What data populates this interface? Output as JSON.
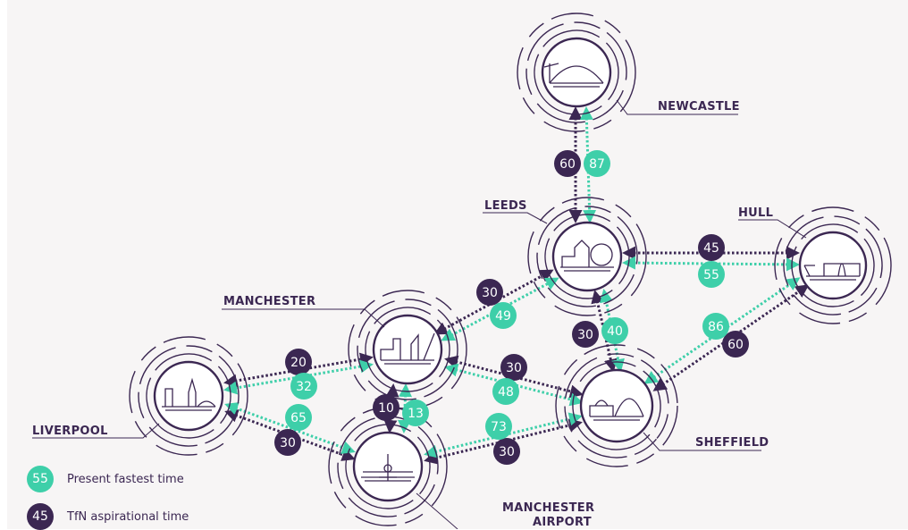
{
  "colors": {
    "present": "#3ecfa9",
    "aspirational": "#3b2752",
    "ink": "#3b2752",
    "panel": "#f7f5f5"
  },
  "cities": {
    "newcastle": {
      "label": "NEWCASTLE",
      "icon": "tyne-bridge-skyline-icon"
    },
    "leeds": {
      "label": "LEEDS",
      "icon": "leeds-skyline-ferris-wheel-icon"
    },
    "hull": {
      "label": "HULL",
      "icon": "hull-humber-bridge-skyline-icon"
    },
    "manchester": {
      "label": "MANCHESTER",
      "icon": "manchester-skyline-icon"
    },
    "liverpool": {
      "label": "LIVERPOOL",
      "icon": "liverpool-liver-building-icon"
    },
    "sheffield": {
      "label": "SHEFFIELD",
      "icon": "sheffield-winter-garden-icon"
    },
    "manchester_airport": {
      "label_line1": "MANCHESTER",
      "label_line2": "AIRPORT",
      "icon": "airplane-icon"
    }
  },
  "links": [
    {
      "id": "newcastle-leeds",
      "present": "87",
      "aspirational": "60"
    },
    {
      "id": "leeds-hull",
      "present": "55",
      "aspirational": "45"
    },
    {
      "id": "manchester-leeds",
      "present": "49",
      "aspirational": "30"
    },
    {
      "id": "leeds-sheffield",
      "present": "40",
      "aspirational": "30"
    },
    {
      "id": "sheffield-hull",
      "present": "86",
      "aspirational": "60"
    },
    {
      "id": "liverpool-manchester",
      "present": "32",
      "aspirational": "20"
    },
    {
      "id": "manchester-sheffield",
      "present": "48",
      "aspirational": "30"
    },
    {
      "id": "manchester-airport",
      "present": "13",
      "aspirational": "10"
    },
    {
      "id": "liverpool-airport",
      "present": "65",
      "aspirational": "30"
    },
    {
      "id": "airport-sheffield",
      "present": "73",
      "aspirational": "30"
    }
  ],
  "legend": {
    "present": {
      "badge": "55",
      "label": "Present fastest time"
    },
    "aspirational": {
      "badge": "45",
      "label": "TfN aspirational time"
    }
  }
}
